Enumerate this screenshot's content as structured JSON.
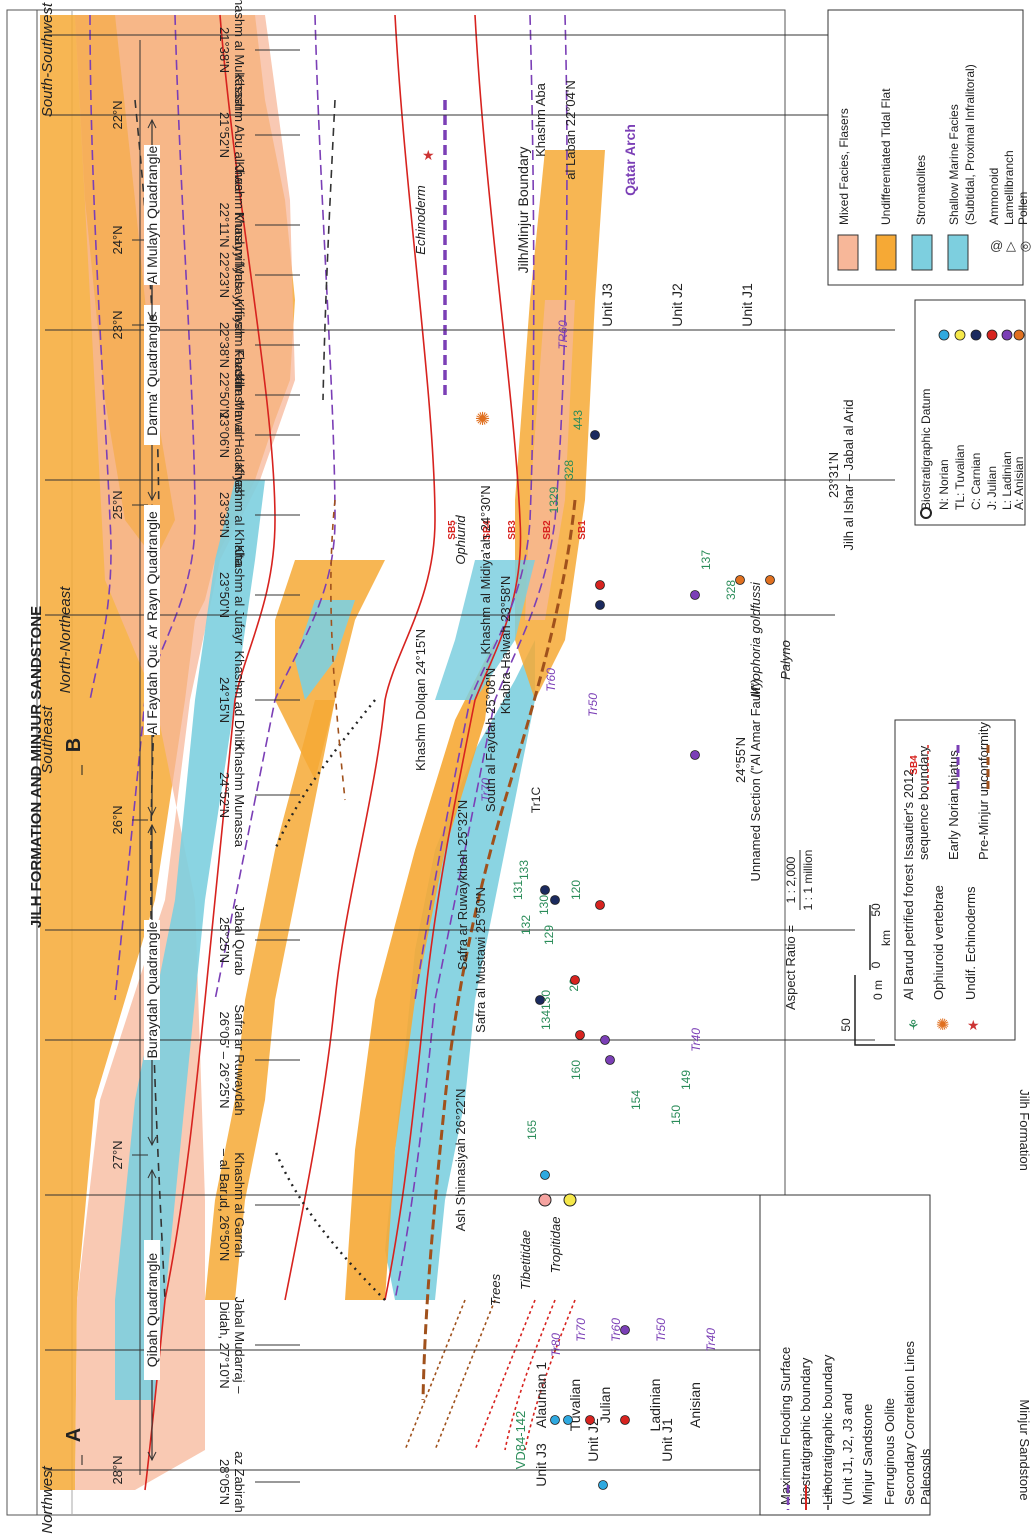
{
  "title": "JILH FORMATION AND MINJUR SANDSTONE",
  "directions": {
    "northwest": "Northwest",
    "southeast": "Southeast",
    "north_northeast": "North-Northeast",
    "south_southwest": "South-Southwest",
    "marker_a": "A",
    "marker_b": "B"
  },
  "latitudes": [
    "28°N",
    "27°N",
    "26°N",
    "25°N",
    "24°N",
    "23°N",
    "22°N"
  ],
  "quadrangles": [
    "Qibah Quadrangle",
    "Buraydah Quadrangle",
    "Al Faydah Quadrangle",
    "Darma' Quadrangle",
    "Ar Rayn Quadrangle",
    "Al Mulayh Quadrangle"
  ],
  "sections": [
    {
      "name": "az Zabirah",
      "lat": "28°05'N"
    },
    {
      "name": "Jabal Mudarraj –",
      "lat": "Didah, 27°10'N"
    },
    {
      "name": "Khashm al Garrah",
      "lat": "– al Barud, 26°50'N"
    },
    {
      "name": "Safra ar Ruwaydah",
      "lat": "26°05' – 26°25'N"
    },
    {
      "name": "Jabal Qurab",
      "lat": "25°25'N"
    },
    {
      "name": "Khashm Munassa",
      "lat": "24°52'N"
    },
    {
      "name": "Khashm ad Dhibi",
      "lat": "24°15'N"
    },
    {
      "name": "Khashm al Jufayr",
      "lat": "23°50'N"
    },
    {
      "name": "Khashm al Khalta",
      "lat": "23°38'N"
    },
    {
      "name": "Khashm al Hadafiyah",
      "lat": "23°06'N"
    },
    {
      "name": "Khashm Mawan",
      "lat": "22°50'N"
    },
    {
      "name": "Khashm Fardah",
      "lat": "22°38'N"
    },
    {
      "name": "Khashm Musayyifiyah",
      "lat": "22°23'N"
    },
    {
      "name": "Khashm Munayyifiyah",
      "lat": "22°11'N"
    },
    {
      "name": "Khashm Abu al Jiwar",
      "lat": "21°52'N"
    },
    {
      "name": "Khashm al Mukassar",
      "lat": "21°38'N"
    }
  ],
  "formations": {
    "minjur": "Minjur Sandstone",
    "jilh": "Jilh Formation"
  },
  "units": [
    "Unit J3",
    "Unit J2",
    "Unit J1"
  ],
  "stages": [
    "Alaunian 1",
    "Tuvalian",
    "Julian",
    "Ladinian",
    "Anisian"
  ],
  "upper_units": [
    "Unit J3",
    "Unit J2",
    "Unit J1"
  ],
  "surfaces": [
    "Tr80",
    "Tr70",
    "Tr60",
    "Tr50",
    "Tr40",
    "TR60",
    "Tr70",
    "Tr60",
    "Tr50",
    "Tr40"
  ],
  "sb_labels": [
    "SB5",
    "SB4",
    "SB3",
    "SB2",
    "SB1"
  ],
  "section_labels": [
    "Ash Shimasiyah 26°22'N",
    "Safra al Mustawi 25°50'N",
    "Safra ar Ruwaykibah 25°32'N",
    "South al Faydah 25°08'N",
    "Khashm al Midiya'ah 24°30'N",
    "Khashm Dolqan 24°15'N",
    "Khabra Halwah 23°58'N",
    "Unnamed Section (\"Al Amar Fault\")",
    "24°55'N",
    "Jilh al Ishar – Jabal al Arid",
    "23°31'N",
    "al Laban 22°04'N",
    "Khashm Aba"
  ],
  "fossils": [
    "Tibetitidae",
    "Tropitidae",
    "Trees",
    "Ophiurid",
    "Echinoderm",
    "Myophoria goldfussi",
    "Palyno"
  ],
  "annotations": {
    "boundary": "Jilh/Minjur Boundary",
    "arch": "Qatar Arch",
    "sample_vd": "VD84-142",
    "tr1c": "Tr1C"
  },
  "samples": [
    "134",
    "130",
    "26",
    "165",
    "160",
    "154",
    "149",
    "150",
    "131",
    "130",
    "133",
    "132",
    "129",
    "120",
    "137",
    "328",
    "1329",
    "328",
    "443"
  ],
  "scale": {
    "aspect": "Aspect Ratio =",
    "ratio_top": "1 : 2,000",
    "ratio_bottom": "1 : 1 million",
    "v50": "50",
    "v0": "0 m",
    "h0": "0",
    "h50": "50",
    "unit": "km"
  },
  "legend_lines": [
    "Maximum Flooding Surface",
    "Biostratigraphic boundary",
    "Lithotratigraphic boundary",
    "(Unit J1, J2, J3 and",
    "Minjur Sandstone",
    "Ferruginous Oolite",
    "Secondary Correlation Lines",
    "Paleosols"
  ],
  "legend_symbols": [
    "Al Barud petrified forest",
    "Ophiuroid vertebrae",
    "Undif. Echinoderms",
    "Issautier's 2012",
    "sequence boundary",
    "Early Norian hiatus",
    "Pre-Minjur unconformity",
    "SB4"
  ],
  "legend_datum": [
    "Biostratigraphic Datum",
    "N: Norian",
    "TL: Tuvalian",
    "C: Carnian",
    "J: Julian",
    "L: Ladinian",
    "A: Anisian"
  ],
  "legend_facies": [
    "Mixed Facies, Flasers",
    "Undifferentiated Tidal Flat",
    "Stromatolites",
    "Shallow Marine Facies",
    "(Subtidal, Proximal Infralitoral)",
    "Ammonoid",
    "Lamellibranch",
    "Pollen"
  ],
  "colors": {
    "mixed": "#f7b799",
    "tidal": "#f6a935",
    "marine": "#7dcfdf",
    "red": "#d7231f",
    "purple": "#7b3fb6",
    "brown": "#a0511c"
  }
}
